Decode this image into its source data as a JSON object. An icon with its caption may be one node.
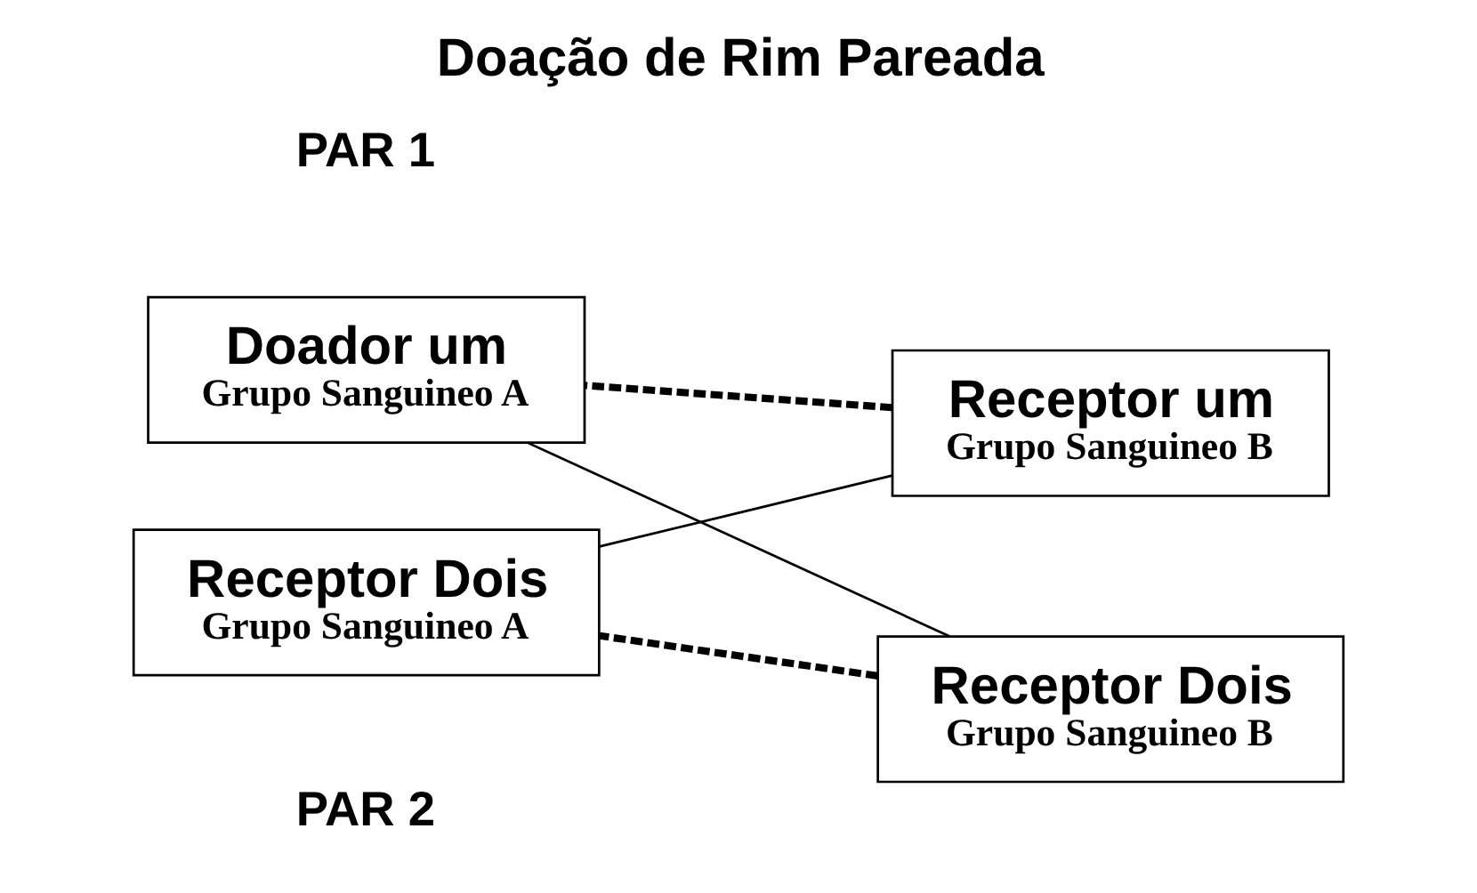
{
  "diagram": {
    "title": "Doação de Rim Pareada",
    "nodes": [
      {
        "text": [
          "Receptor um",
          "Grupo Sanguineo B"
        ]
      },
      {
        "text": [
          "Doador um",
          "Grupo Sanguineo A"
        ]
      },
      {
        "text": [
          "Receptor Dois",
          "Grupo Sanguineo B"
        ]
      },
      {
        "text": [
          "Receptor Dois",
          "Grupo Sanguineo A"
        ]
      }
    ],
    "edges": [
      {
        "from": 0,
        "to": 1,
        "arrow": "none",
        "style": "dashed"
      },
      {
        "from": 0,
        "to": 3,
        "arrow": "none"
      },
      {
        "from": 2,
        "to": 1,
        "arrow": "none"
      },
      {
        "from": 2,
        "to": 3,
        "arrow": "none",
        "style": "dashed"
      }
    ],
    "labels": [
      "PAR 1",
      "PAR 2"
    ]
  }
}
